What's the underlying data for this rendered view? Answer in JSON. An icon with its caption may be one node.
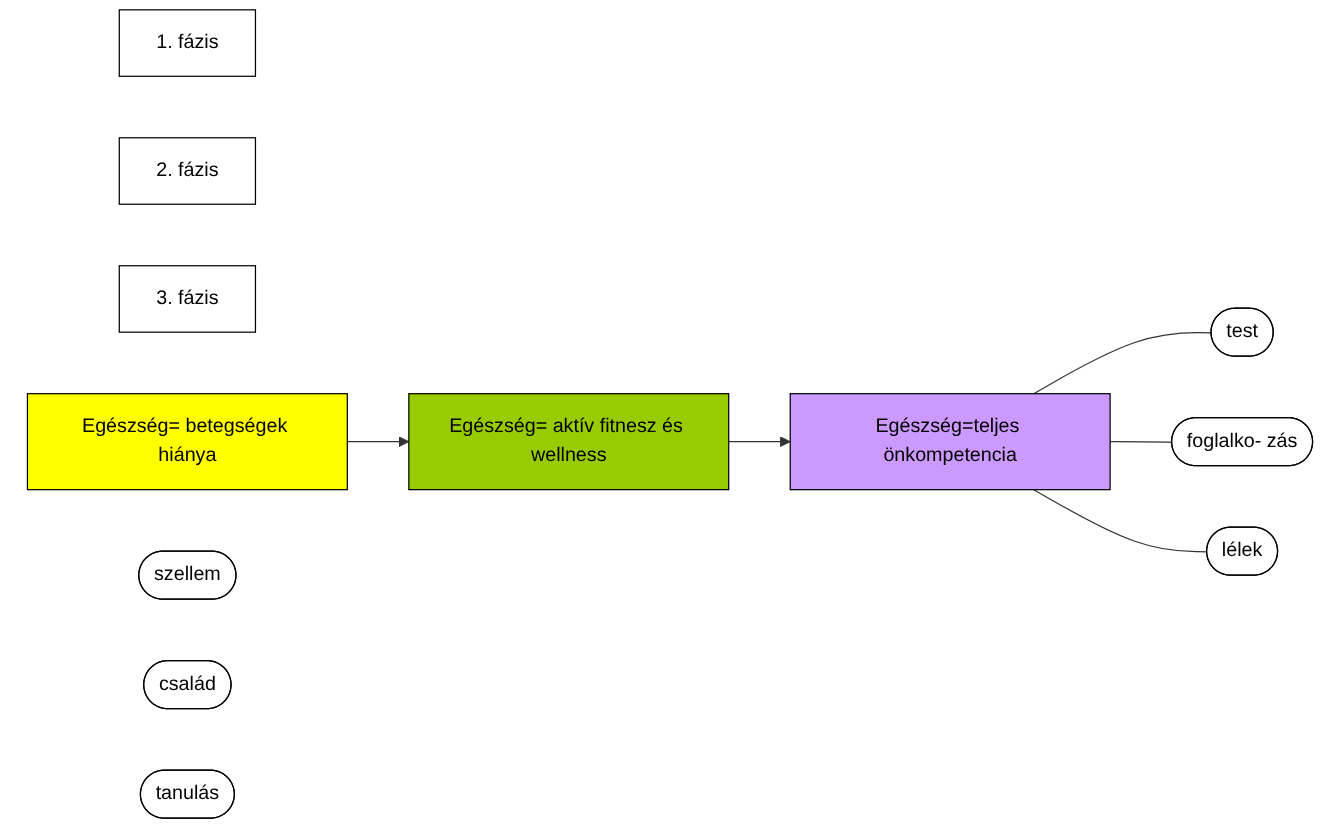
{
  "diagram": {
    "nodes": [
      {
        "text": [
          "1. fázis"
        ]
      },
      {
        "text": [
          "2. fázis"
        ]
      },
      {
        "text": [
          "3. fázis"
        ]
      },
      {
        "text": [
          "Egészség= betegségek hiánya"
        ]
      },
      {
        "text": [
          "Egészség= aktív fitnesz és wellness"
        ]
      },
      {
        "text": [
          "Egészség=teljes önkompetencia"
        ]
      },
      {
        "text": [
          "test"
        ]
      },
      {
        "text": [
          "foglalko- zás"
        ]
      },
      {
        "text": [
          "lélek"
        ]
      },
      {
        "text": [
          "szellem"
        ]
      },
      {
        "text": [
          "család"
        ]
      },
      {
        "text": [
          "tanulás"
        ]
      }
    ],
    "edges": [
      {
        "from": 3,
        "to": 4,
        "arrow": "to"
      },
      {
        "from": 4,
        "to": 5,
        "arrow": "to"
      },
      {
        "from": 5,
        "to": 6,
        "arrow": "none"
      },
      {
        "from": 5,
        "to": 7,
        "arrow": "none"
      },
      {
        "from": 5,
        "to": 8,
        "arrow": "none"
      }
    ]
  }
}
